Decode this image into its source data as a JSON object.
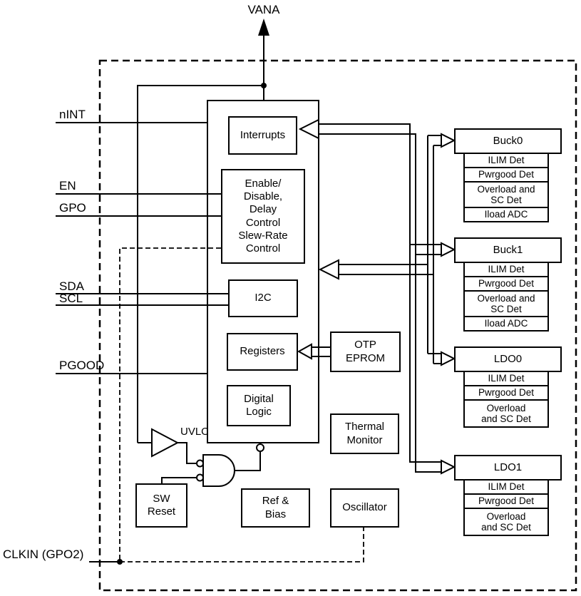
{
  "pins": {
    "vana": "VANA",
    "nint": "nINT",
    "en": "EN",
    "gpo": "GPO",
    "sda": "SDA",
    "scl": "SCL",
    "pgood": "PGOOD",
    "clkin": "CLKIN (GPO2)"
  },
  "blocks": {
    "interrupts": "Interrupts",
    "enable": "Enable/\nDisable,\nDelay\nControl\nSlew-Rate\nControl",
    "i2c": "I2C",
    "registers": "Registers",
    "digital_logic": "Digital\nLogic",
    "otp_eprom": "OTP\nEPROM",
    "thermal_monitor": "Thermal\nMonitor",
    "ref_bias": "Ref &\nBias",
    "oscillator": "Oscillator",
    "sw_reset": "SW\nReset",
    "uvlo": "UVLO"
  },
  "regulators": [
    {
      "name": "Buck0",
      "rows": [
        "ILIM Det",
        "Pwrgood Det",
        "Overload and\nSC Det",
        "Iload ADC"
      ]
    },
    {
      "name": "Buck1",
      "rows": [
        "ILIM Det",
        "Pwrgood Det",
        "Overload and\nSC Det",
        "Iload ADC"
      ]
    },
    {
      "name": "LDO0",
      "rows": [
        "ILIM Det",
        "Pwrgood Det",
        "Overload\nand SC Det"
      ]
    },
    {
      "name": "LDO1",
      "rows": [
        "ILIM Det",
        "Pwrgood Det",
        "Overload\nand SC Det"
      ]
    }
  ],
  "colors": {
    "line": "#000000",
    "background": "#ffffff"
  }
}
